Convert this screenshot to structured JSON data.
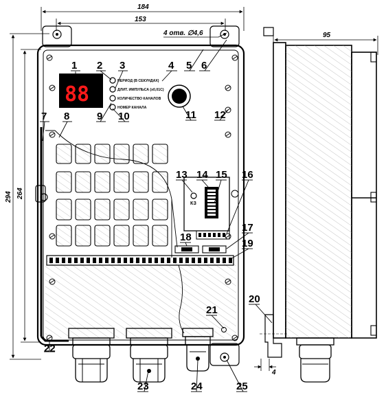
{
  "dimensions": {
    "width_overall": "184",
    "width_holes": "153",
    "holes_note": "4 отв. ∅4,6",
    "depth": "95",
    "height_overall": "294",
    "height_inner": "264",
    "offset_small": "4"
  },
  "display": {
    "digits": "88"
  },
  "indicators": {
    "period": "ПЕРИОД (В СЕКУНДАХ)",
    "pulse": "ДЛИТ. ИМПУЛЬСА (х0,01С)",
    "channels": "КОЛИЧЕСТВО КАНАЛОВ",
    "channel_no": "НОМЕР КАНАЛА"
  },
  "kz_label": "КЗ",
  "callouts": [
    "1",
    "2",
    "3",
    "4",
    "5",
    "6",
    "7",
    "8",
    "9",
    "10",
    "11",
    "12",
    "13",
    "14",
    "15",
    "16",
    "17",
    "18",
    "19",
    "20",
    "21",
    "22",
    "23",
    "24",
    "25"
  ]
}
